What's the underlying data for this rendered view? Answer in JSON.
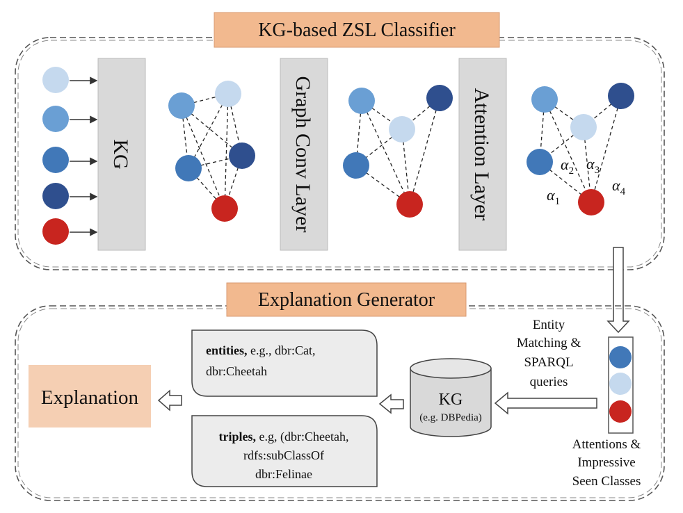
{
  "titles": {
    "classifier": "KG-based ZSL Classifier",
    "generator": "Explanation Generator"
  },
  "layers": {
    "kg": "KG",
    "graph_conv": "Graph Conv Layer",
    "attention": "Attention Layer"
  },
  "alphas": {
    "symbol": "α",
    "a1": "1",
    "a2": "2",
    "a3": "3",
    "a4": "4"
  },
  "side": {
    "matching_line1": "Entity",
    "matching_line2": "Matching &",
    "matching_line3": "SPARQL",
    "matching_line4": "queries",
    "attention_line1": "Attentions &",
    "attention_line2": "Impressive",
    "attention_line3": "Seen Classes"
  },
  "kg_db": {
    "title": "KG",
    "subtitle": "(e.g. DBPedia)"
  },
  "entities_box": {
    "bold": "entities,",
    "rest1": " e.g., dbr:Cat,",
    "line2": "dbr:Cheetah"
  },
  "triples_box": {
    "bold": "triples,",
    "rest1": " e.g, (dbr:Cheetah,",
    "line2": "rdfs:subClassOf",
    "line3": "dbr:Felinae"
  },
  "explanation": "Explanation",
  "colors": {
    "node_lightest": "#c5d9ee",
    "node_light": "#6a9fd4",
    "node_mid": "#4178b8",
    "node_dark": "#2f4f8e",
    "node_red": "#c8251f",
    "bar_fill": "#d9d9d9",
    "title_box": "#f2b98f",
    "explanation_box": "#f5cfb3"
  }
}
